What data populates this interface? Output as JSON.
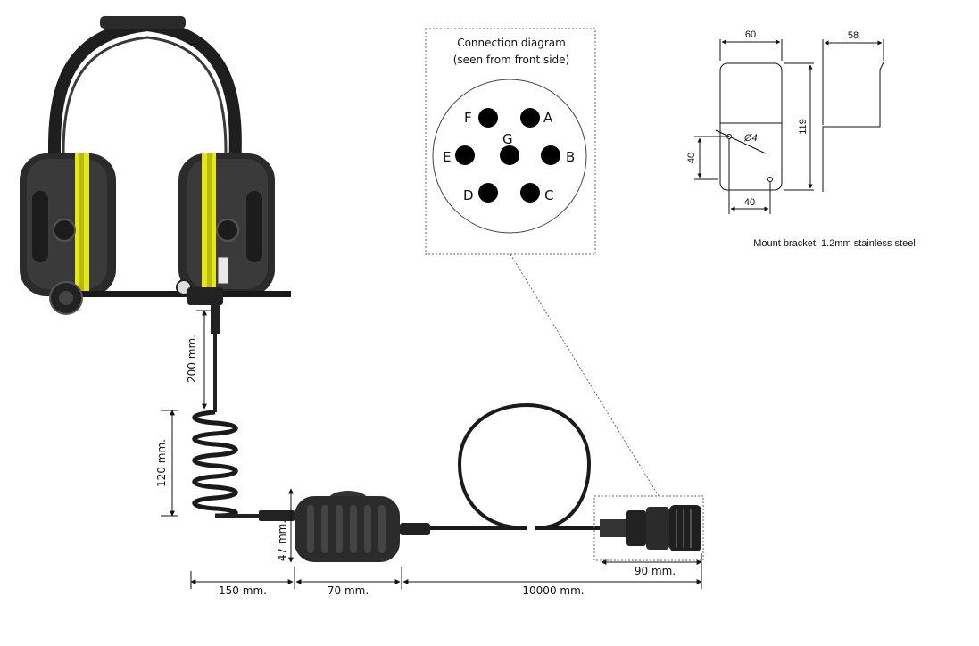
{
  "connection_diagram": {
    "title_line1": "Connection diagram",
    "title_line2": "(seen from front side)",
    "pins": [
      "A",
      "B",
      "C",
      "D",
      "E",
      "F",
      "G"
    ]
  },
  "bracket": {
    "caption": "Mount bracket, 1.2mm stainless steel",
    "dim_width": "60",
    "dim_height": "119",
    "dim_hole_vertical": "40",
    "dim_hole_horizontal": "40",
    "dim_hole_diameter": "Ø4",
    "dim_side_depth": "58"
  },
  "dimensions": {
    "cable_200": "200 mm.",
    "coil_120": "120 mm.",
    "ptt_height_47": "47 mm.",
    "cable_150": "150 mm.",
    "ptt_length_70": "70 mm.",
    "cable_10000": "10000 mm.",
    "connector_90": "90 mm."
  },
  "colors": {
    "earcup": "#2b2b2b",
    "stripe": "#e4e61a",
    "line": "#111111"
  }
}
